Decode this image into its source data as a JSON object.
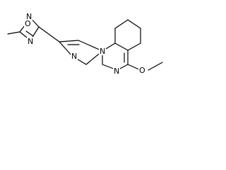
{
  "atoms": [
    {
      "element": "O",
      "label": "O"
    },
    {
      "element": "N",
      "label": "N"
    },
    {
      "element": "N",
      "label": "N"
    },
    {
      "element": "N",
      "label": "N"
    },
    {
      "element": "N",
      "label": "N"
    },
    {
      "element": "N",
      "label": "N"
    },
    {
      "element": "O",
      "label": "O"
    }
  ],
  "colors": {
    "bond": "#000000",
    "label": "#000000",
    "background": "#ffffff"
  }
}
